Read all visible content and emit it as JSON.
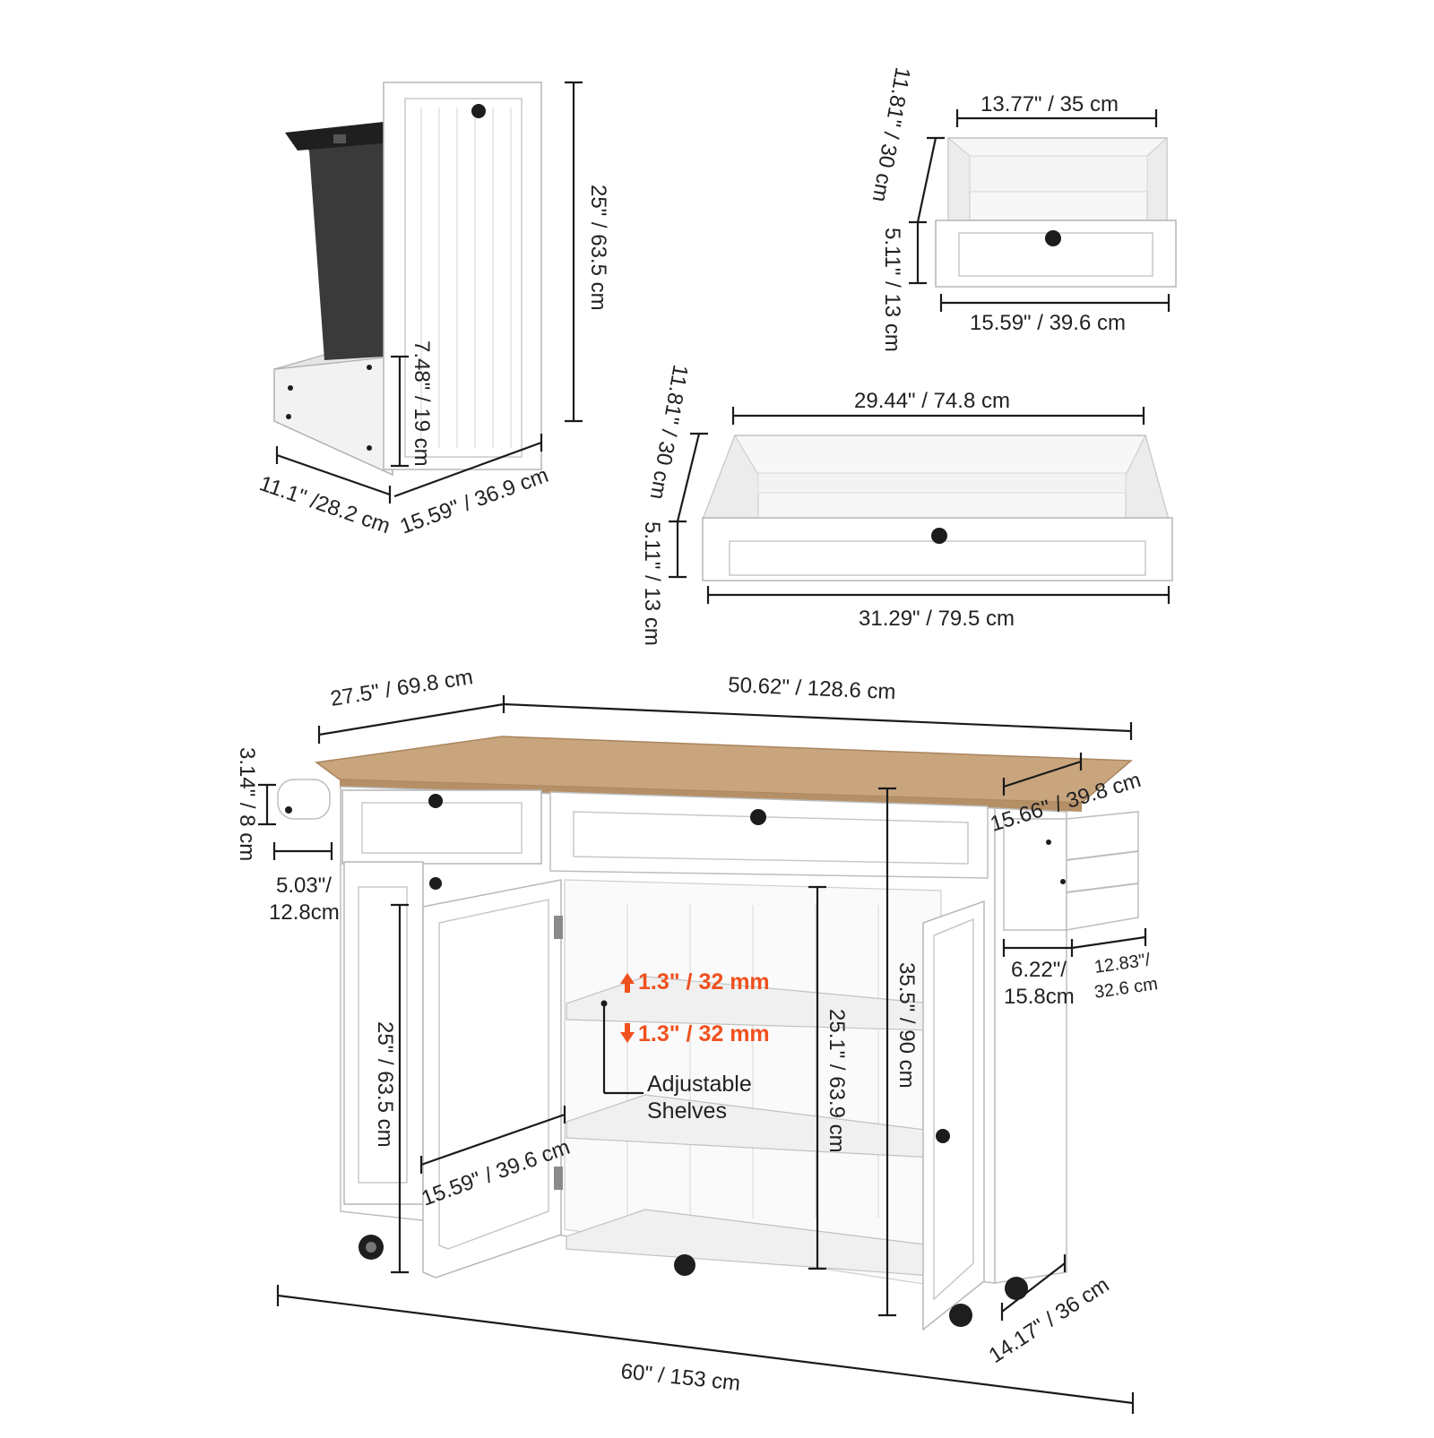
{
  "colors": {
    "highlight": "#f0501e",
    "line": "#1a1a1a",
    "countertop": "#c9a57e",
    "cabinet": "#ffffff",
    "bin": "#3a3a3a"
  },
  "icons": {
    "up_arrow": "up-arrow-icon",
    "down_arrow": "down-arrow-icon",
    "knob": "knob-icon",
    "caster": "caster-wheel-icon"
  },
  "trash_cabinet": {
    "height": "25\" / 63.5 cm",
    "base_height": "7.48\" / 19 cm",
    "depth": "11.1\" /28.2 cm",
    "width": "15.59\" / 36.9 cm"
  },
  "small_drawer": {
    "inner_width": "13.77\" / 35 cm",
    "depth": "11.81\" / 30 cm",
    "height": "5.11\" / 13 cm",
    "outer_width": "15.59\" / 39.6 cm"
  },
  "large_drawer": {
    "inner_width": "29.44\" / 74.8 cm",
    "depth": "11.81\" / 30 cm",
    "height": "5.11\" / 13 cm",
    "outer_width": "31.29\" / 79.5 cm"
  },
  "island": {
    "top_left_width": "27.5\" / 69.8 cm",
    "top_width": "50.62\" / 128.6 cm",
    "towel_rack_height": "3.14\" / 8 cm",
    "towel_rack_depth_line1": "5.03\"/",
    "towel_rack_depth_line2": "12.8cm",
    "top_depth": "15.66\" / 39.8 cm",
    "spice_rack_depth_line1": "6.22\"/",
    "spice_rack_depth_line2": "15.8cm",
    "spice_rack_width_line1": "12.83\"/",
    "spice_rack_width_line2": "32.6 cm",
    "shelf_adjust_up": "1.3\" / 32 mm",
    "shelf_adjust_down": "1.3\" / 32 mm",
    "adjustable_line1": "Adjustable",
    "adjustable_line2": "Shelves",
    "side_cabinet_height": "25\" / 63.5 cm",
    "shelf_depth": "15.59\" / 39.6 cm",
    "interior_height": "25.1\" / 63.9 cm",
    "total_height": "35.5\" / 90 cm",
    "total_width": "60\" / 153 cm",
    "body_depth": "14.17\" / 36 cm"
  }
}
